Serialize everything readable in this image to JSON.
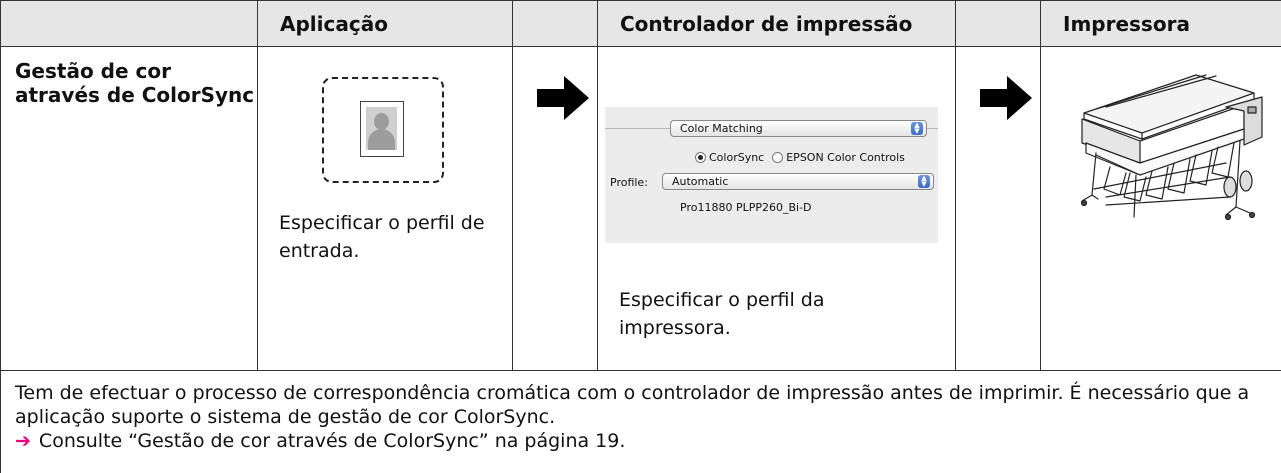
{
  "header": {
    "col_application": "Aplicação",
    "col_driver": "Controlador de impressão",
    "col_printer": "Impressora"
  },
  "row": {
    "label": "Gestão de cor através de ColorSync",
    "application_caption": "Especificar o perfil de entrada.",
    "driver_caption": "Especificar o perfil da impressora."
  },
  "dialog": {
    "menu_value": "Color Matching",
    "radio_colorsync": "ColorSync",
    "radio_epson": "EPSON Color Controls",
    "profile_label": "Profile:",
    "profile_value": "Automatic",
    "profile_name": "Pro11880 PLPP260_Bi-D"
  },
  "note": {
    "text": "Tem de efectuar o processo de correspondência cromática com o controlador de impressão antes de imprimir. É necessário que a aplicação suporte o sistema de gestão de cor ColorSync.",
    "reference": "Consulte “Gestão de cor através de ColorSync” na página 19."
  },
  "icons": {
    "flow_arrow": "right-arrow-icon",
    "input_image": "portrait-photo-icon",
    "printer": "large-format-printer-illustration",
    "reference_arrow": "pink-right-arrow-icon"
  },
  "colors": {
    "header_background": "#e6e6e6",
    "reference_arrow": "#e4007f",
    "dialog_background": "#ececec"
  }
}
